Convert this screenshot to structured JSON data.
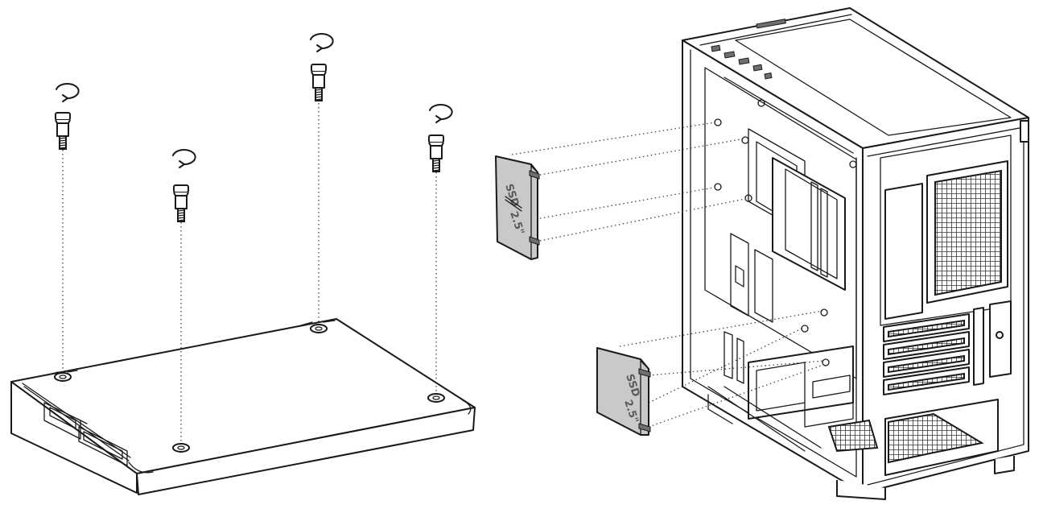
{
  "diagram": {
    "left_panel": "ssd-standoff-screw-installation",
    "right_panel": "ssd-bracket-mounting-on-case",
    "screw_count": 4,
    "bracket_count": 2,
    "rotation_indicator": "clockwise-arrow"
  },
  "bracket_label": {
    "ssd": "SSD",
    "size": "2.5\""
  },
  "colors": {
    "line": "#1a1a1a",
    "bracket_fill": "#c9c9c9",
    "background": "#ffffff"
  }
}
